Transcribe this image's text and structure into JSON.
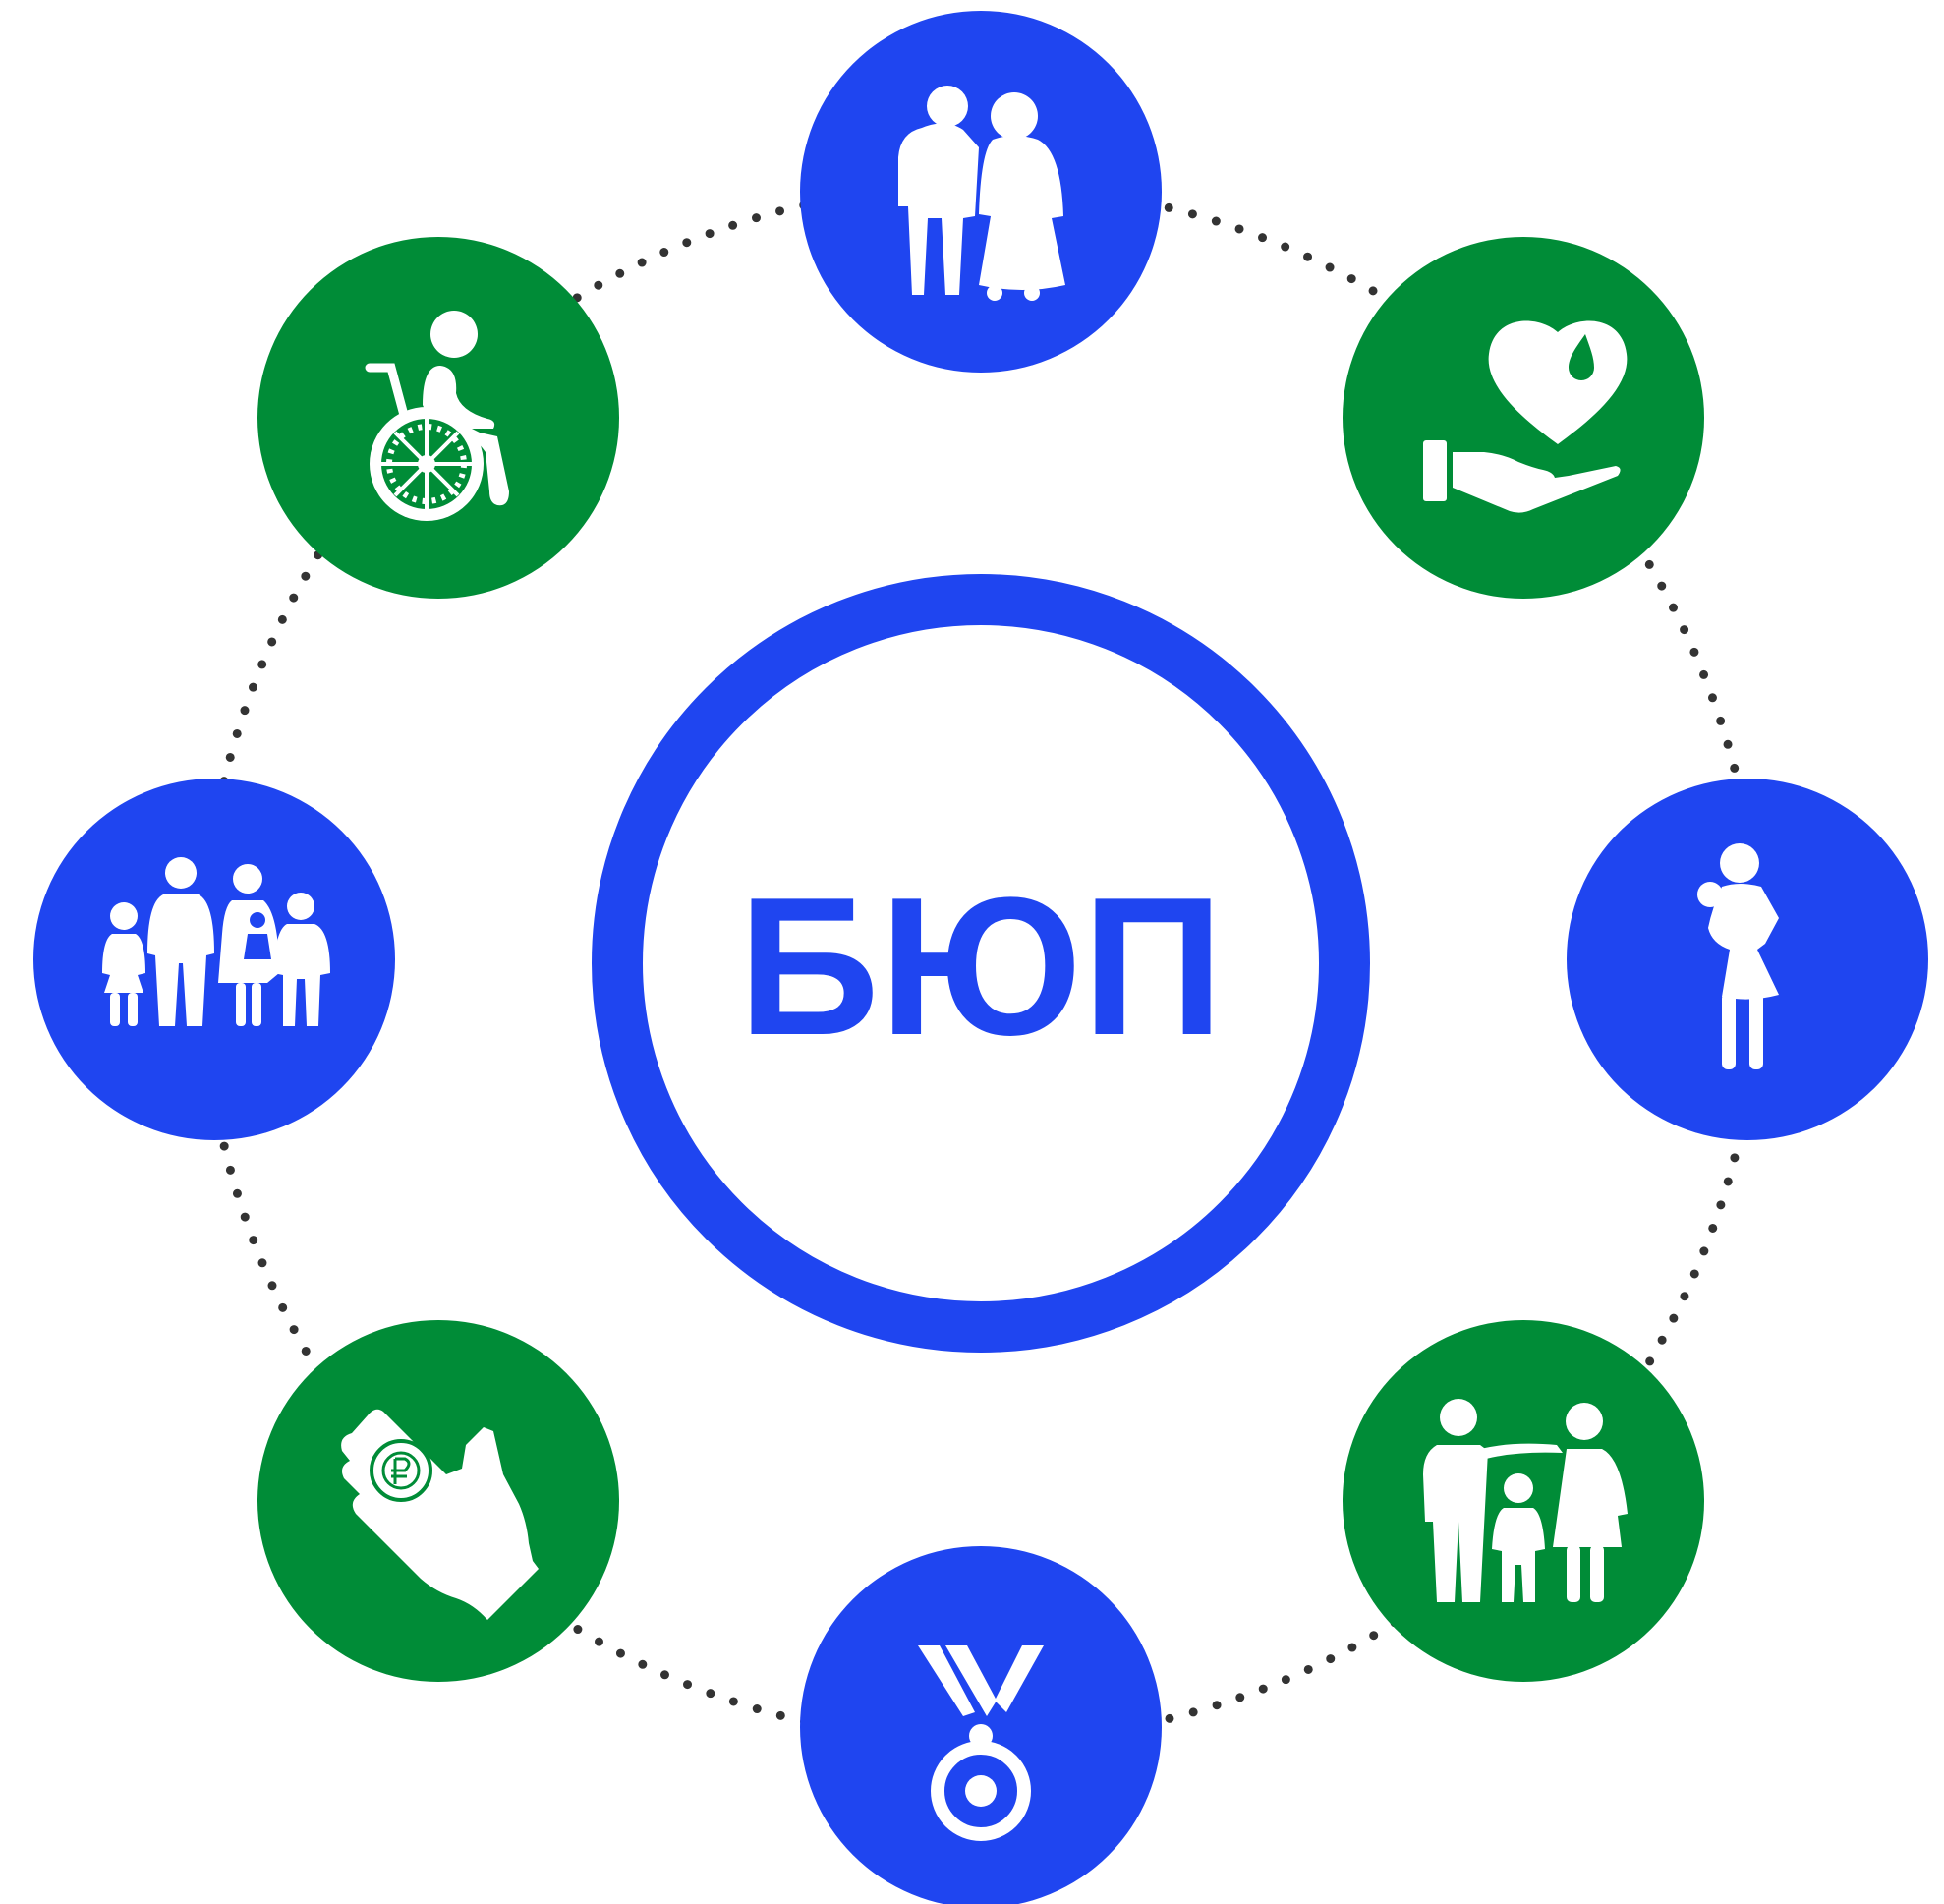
{
  "center": {
    "label": "БЮП",
    "ring_color": "#1F45F0"
  },
  "colors": {
    "blue": "#1F45F0",
    "green": "#008C37",
    "white": "#FFFFFF",
    "dots": "#333333"
  },
  "nodes": [
    {
      "icon": "elderly-couple-icon",
      "color": "blue"
    },
    {
      "icon": "heart-donation-hand-icon",
      "color": "green"
    },
    {
      "icon": "mother-with-baby-icon",
      "color": "blue"
    },
    {
      "icon": "family-parents-child-icon",
      "color": "green"
    },
    {
      "icon": "medal-icon",
      "color": "blue"
    },
    {
      "icon": "hand-ruble-coin-icon",
      "color": "green"
    },
    {
      "icon": "large-family-icon",
      "color": "blue"
    },
    {
      "icon": "wheelchair-person-icon",
      "color": "green"
    }
  ]
}
